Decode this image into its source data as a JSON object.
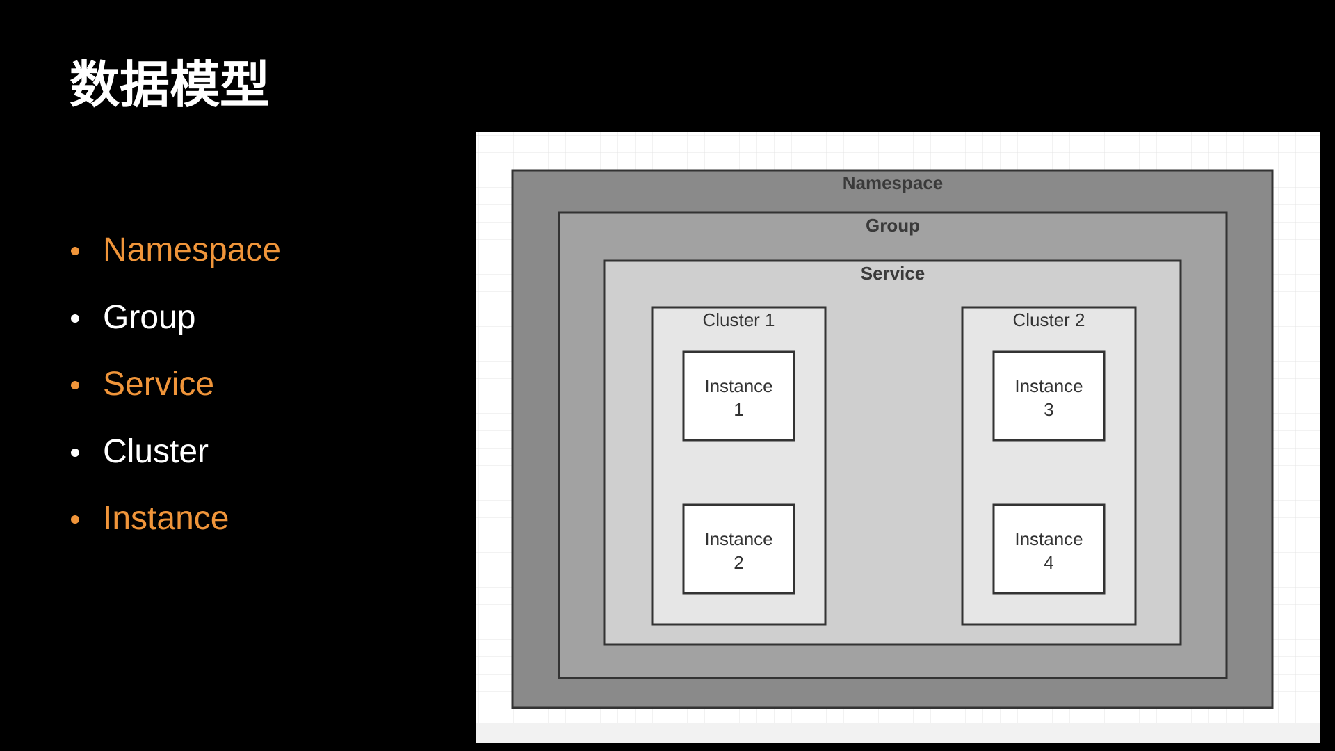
{
  "slide": {
    "title": "数据模型"
  },
  "bullets": [
    {
      "label": "Namespace",
      "color": "#f0953a"
    },
    {
      "label": "Group",
      "color": "#ffffff"
    },
    {
      "label": "Service",
      "color": "#f0953a"
    },
    {
      "label": "Cluster",
      "color": "#ffffff"
    },
    {
      "label": "Instance",
      "color": "#f0953a"
    }
  ],
  "diagram": {
    "namespace": {
      "label": "Namespace",
      "fill": "#8a8a8a"
    },
    "group": {
      "label": "Group",
      "fill": "#a2a2a2"
    },
    "service": {
      "label": "Service",
      "fill": "#cfcfcf"
    },
    "clusters": [
      {
        "label": "Cluster 1",
        "fill": "#e6e6e6",
        "instances": [
          {
            "line1": "Instance",
            "line2": "1"
          },
          {
            "line1": "Instance",
            "line2": "2"
          }
        ]
      },
      {
        "label": "Cluster 2",
        "fill": "#e6e6e6",
        "instances": [
          {
            "line1": "Instance",
            "line2": "3"
          },
          {
            "line1": "Instance",
            "line2": "4"
          }
        ]
      }
    ],
    "border_color": "#333333",
    "grid_background": "#ffffff",
    "grid_line_color": "#e4e4e4"
  }
}
